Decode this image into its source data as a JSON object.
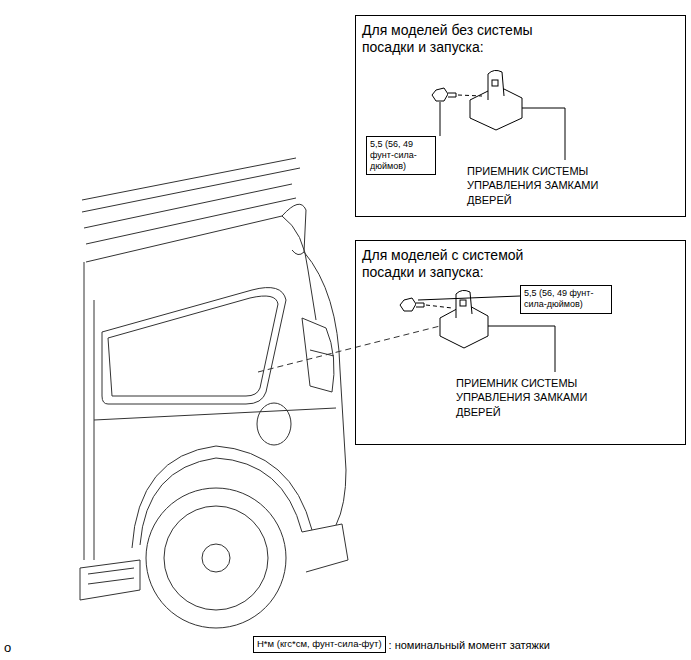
{
  "diagram": {
    "nodes": [
      {
        "text": [
          "Для моделей без системы посадки и запуска:"
        ]
      },
      {
        "text": [
          "5,5 (56, 49 фунт-сила-дюймов)"
        ],
        "in": 0
      },
      {
        "text": [
          "Для моделей с системой посадки и запуска:"
        ]
      },
      {
        "text": [
          "5,5 (56, 49 фунт-сила-дюймов)"
        ],
        "in": 2
      },
      {
        "text": [
          "Н*м (кгс*см, фунт-сила-фут)"
        ]
      }
    ],
    "labels": [
      "ПРИЕМНИК СИСТЕМЫ УПРАВЛЕНИЯ ЗАМКАМИ ДВЕРЕЙ",
      "ПРИЕМНИК СИСТЕМЫ УПРАВЛЕНИЯ ЗАМКАМИ ДВЕРЕЙ",
      ": номинальный момент затяжки",
      "o"
    ]
  }
}
